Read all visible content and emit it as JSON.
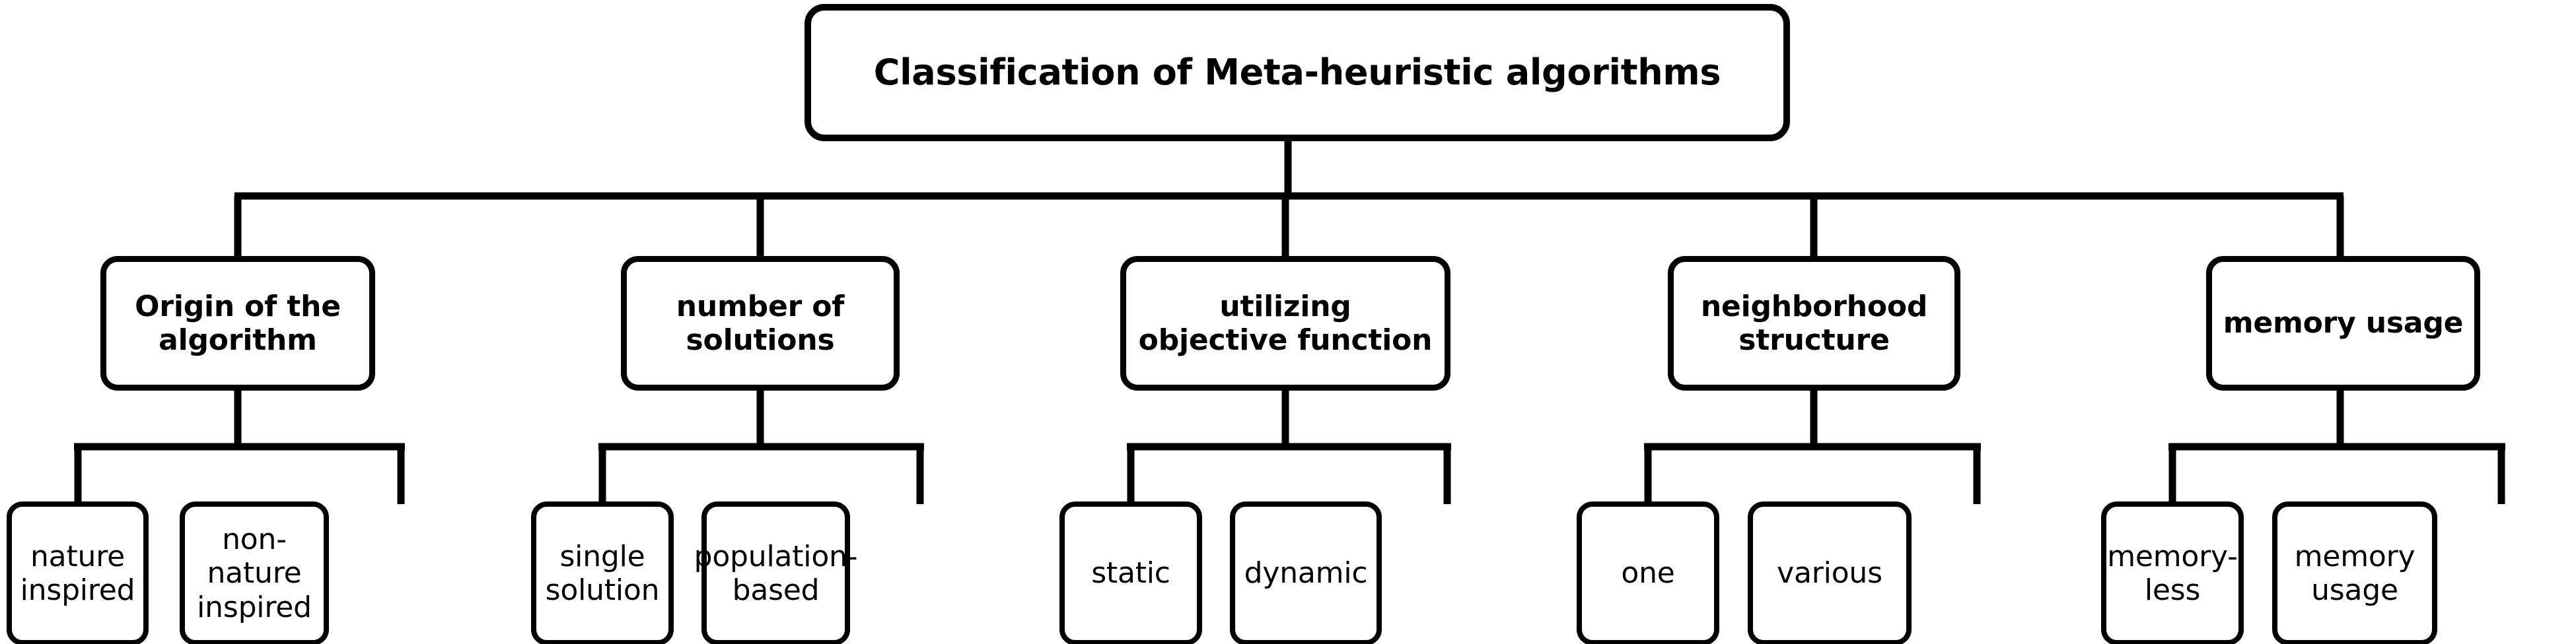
{
  "diagram": {
    "title": "Classification of Meta-heuristic algorithms",
    "type": "tree",
    "orientation": "top-down",
    "colors": {
      "background": "#ffffff",
      "box_fill": "#ffffff",
      "box_stroke": "#000000",
      "text": "#000000",
      "connector": "#000000"
    },
    "root": {
      "label": "Classification of Meta-heuristic algorithms"
    },
    "categories": [
      {
        "label": "Origin of the\nalgorithm",
        "children": [
          {
            "label": "nature\ninspired"
          },
          {
            "label": "non-nature\ninspired"
          }
        ]
      },
      {
        "label": "number of\nsolutions",
        "children": [
          {
            "label": "single\nsolution"
          },
          {
            "label": "population-\nbased"
          }
        ]
      },
      {
        "label": "utilizing\nobjective function",
        "children": [
          {
            "label": "static"
          },
          {
            "label": "dynamic"
          }
        ]
      },
      {
        "label": "neighborhood\nstructure",
        "children": [
          {
            "label": "one"
          },
          {
            "label": "various"
          }
        ]
      },
      {
        "label": "memory usage",
        "children": [
          {
            "label": "memory-\nless"
          },
          {
            "label": "memory\nusage"
          }
        ]
      }
    ]
  }
}
